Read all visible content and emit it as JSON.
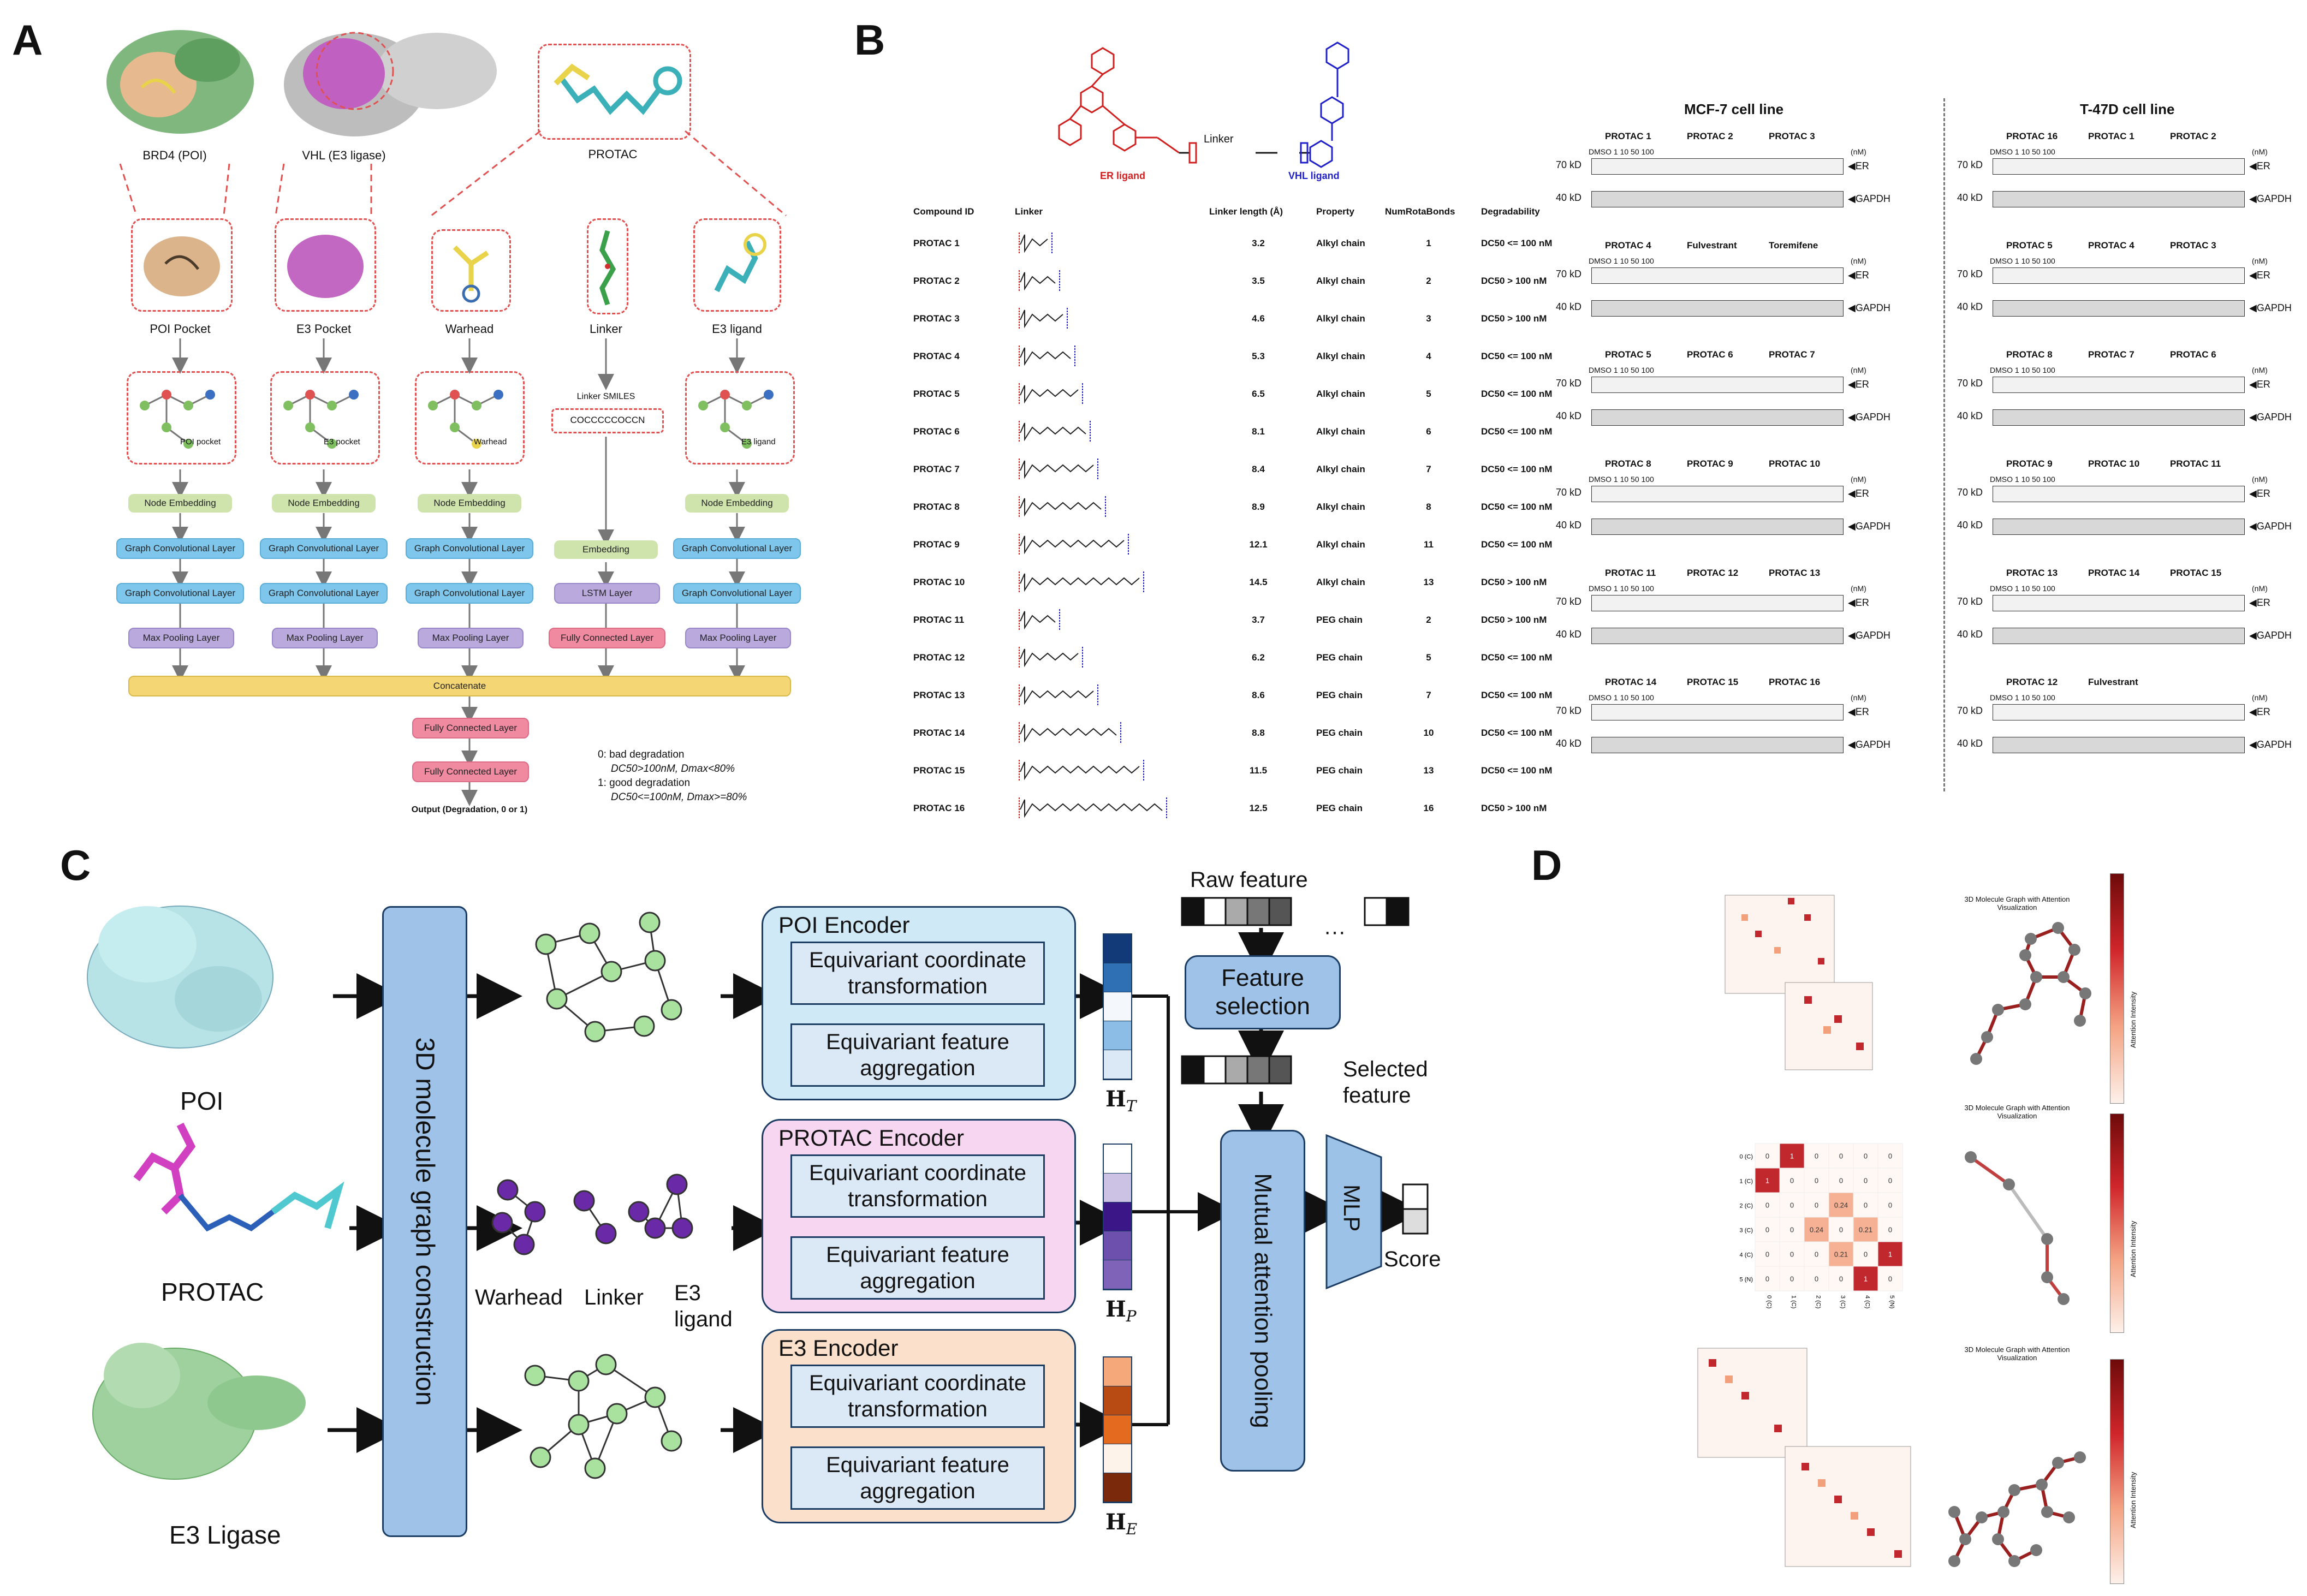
{
  "panels": {
    "a": "A",
    "b": "B",
    "c": "C",
    "d": "D"
  },
  "panelA": {
    "top_labels": {
      "brd4": "BRD4 (POI)",
      "vhl": "VHL (E3 ligase)",
      "protac": "PROTAC"
    },
    "cols": [
      {
        "crop": "POI Pocket",
        "graph_label": "POI pocket",
        "steps": [
          "Node Embedding",
          "Graph Convolutional Layer",
          "Graph Convolutional Layer",
          "Max Pooling Layer"
        ]
      },
      {
        "crop": "E3 Pocket",
        "graph_label": "E3 pocket",
        "steps": [
          "Node Embedding",
          "Graph Convolutional Layer",
          "Graph Convolutional Layer",
          "Max Pooling Layer"
        ]
      },
      {
        "crop": "Warhead",
        "graph_label": "Warhead",
        "steps": [
          "Node Embedding",
          "Graph Convolutional Layer",
          "Graph Convolutional Layer",
          "Max Pooling Layer"
        ]
      },
      {
        "crop": "Linker",
        "graph_label": "Linker SMILES",
        "smiles": "COCCCCCOCCN",
        "steps": [
          "Embedding",
          "LSTM Layer",
          "Fully Connected Layer"
        ]
      },
      {
        "crop": "E3 ligand",
        "graph_label": "E3 ligand",
        "steps": [
          "Node Embedding",
          "Graph Convolutional Layer",
          "Graph Convolutional Layer",
          "Max Pooling Layer"
        ]
      }
    ],
    "concat": "Concatenate",
    "fc1": "Fully Connected Layer",
    "fc2": "Fully Connected Layer",
    "output": "Output (Degradation, 0 or 1)",
    "legend": [
      "0: bad degradation",
      "DC50>100nM, Dmax<80%",
      "1: good degradation",
      "DC50<=100nM, Dmax>=80%"
    ]
  },
  "panelB": {
    "er_ligand": "ER ligand",
    "linker": "Linker",
    "vhl_ligand": "VHL ligand",
    "headers": [
      "Compound ID",
      "Linker",
      "Linker length (Å)",
      "Property",
      "NumRotaBonds",
      "Degradability"
    ],
    "rows": [
      {
        "id": "PROTAC 1",
        "len": "3.2",
        "prop": "Alkyl chain",
        "rot": "1",
        "deg": "DC50 <= 100 nM"
      },
      {
        "id": "PROTAC 2",
        "len": "3.5",
        "prop": "Alkyl chain",
        "rot": "2",
        "deg": "DC50 > 100 nM"
      },
      {
        "id": "PROTAC 3",
        "len": "4.6",
        "prop": "Alkyl chain",
        "rot": "3",
        "deg": "DC50 > 100 nM"
      },
      {
        "id": "PROTAC 4",
        "len": "5.3",
        "prop": "Alkyl chain",
        "rot": "4",
        "deg": "DC50 <= 100 nM"
      },
      {
        "id": "PROTAC 5",
        "len": "6.5",
        "prop": "Alkyl chain",
        "rot": "5",
        "deg": "DC50 <= 100 nM"
      },
      {
        "id": "PROTAC 6",
        "len": "8.1",
        "prop": "Alkyl chain",
        "rot": "6",
        "deg": "DC50 <= 100 nM"
      },
      {
        "id": "PROTAC 7",
        "len": "8.4",
        "prop": "Alkyl chain",
        "rot": "7",
        "deg": "DC50 <= 100 nM"
      },
      {
        "id": "PROTAC 8",
        "len": "8.9",
        "prop": "Alkyl chain",
        "rot": "8",
        "deg": "DC50 <= 100 nM"
      },
      {
        "id": "PROTAC 9",
        "len": "12.1",
        "prop": "Alkyl chain",
        "rot": "11",
        "deg": "DC50 <= 100 nM"
      },
      {
        "id": "PROTAC 10",
        "len": "14.5",
        "prop": "Alkyl chain",
        "rot": "13",
        "deg": "DC50 > 100 nM"
      },
      {
        "id": "PROTAC 11",
        "len": "3.7",
        "prop": "PEG chain",
        "rot": "2",
        "deg": "DC50 > 100 nM"
      },
      {
        "id": "PROTAC 12",
        "len": "6.2",
        "prop": "PEG chain",
        "rot": "5",
        "deg": "DC50 <= 100 nM"
      },
      {
        "id": "PROTAC 13",
        "len": "8.6",
        "prop": "PEG chain",
        "rot": "7",
        "deg": "DC50 <= 100 nM"
      },
      {
        "id": "PROTAC 14",
        "len": "8.8",
        "prop": "PEG chain",
        "rot": "10",
        "deg": "DC50 <= 100 nM"
      },
      {
        "id": "PROTAC 15",
        "len": "11.5",
        "prop": "PEG chain",
        "rot": "13",
        "deg": "DC50 <= 100 nM"
      },
      {
        "id": "PROTAC 16",
        "len": "12.5",
        "prop": "PEG chain",
        "rot": "16",
        "deg": "DC50 > 100 nM"
      }
    ],
    "mcf7_title": "MCF-7 cell line",
    "t47d_title": "T-47D cell line",
    "kd70": "70 kD",
    "kd40": "40 kD",
    "er": "◀ER",
    "gapdh": "◀GAPDH",
    "conc": "DMSO  1   10   50  100",
    "nm": "(nM)",
    "mcf7_groups": [
      [
        "PROTAC 1",
        "PROTAC 2",
        "PROTAC 3"
      ],
      [
        "PROTAC 4",
        "Fulvestrant",
        "Toremifene"
      ],
      [
        "PROTAC 5",
        "PROTAC 6",
        "PROTAC 7"
      ],
      [
        "PROTAC 8",
        "PROTAC 9",
        "PROTAC 10"
      ],
      [
        "PROTAC 11",
        "PROTAC 12",
        "PROTAC 13"
      ],
      [
        "PROTAC 14",
        "PROTAC 15",
        "PROTAC 16"
      ]
    ],
    "t47d_groups": [
      [
        "PROTAC 16",
        "PROTAC 1",
        "PROTAC 2"
      ],
      [
        "PROTAC 5",
        "PROTAC 4",
        "PROTAC 3"
      ],
      [
        "PROTAC 8",
        "PROTAC 7",
        "PROTAC 6"
      ],
      [
        "PROTAC 9",
        "PROTAC 10",
        "PROTAC 11"
      ],
      [
        "PROTAC 13",
        "PROTAC 14",
        "PROTAC 15"
      ],
      [
        "PROTAC 12",
        "Fulvestrant"
      ]
    ]
  },
  "panelC": {
    "poi": "POI",
    "protac": "PROTAC",
    "e3": "E3 Ligase",
    "construction": "3D molecule graph construction",
    "warhead": "Warhead",
    "linker": "Linker",
    "e3_ligand": "E3 ligand",
    "encoders": [
      {
        "title": "POI Encoder",
        "t1": "Equivariant coordinate transformation",
        "t2": "Equivariant feature aggregation",
        "h": "H",
        "sub": "T"
      },
      {
        "title": "PROTAC Encoder",
        "t1": "Equivariant  coordinate transformation",
        "t2": "Equivariant feature aggregation",
        "h": "H",
        "sub": "P"
      },
      {
        "title": "E3 Encoder",
        "t1": "Equivariant coordinate transformation",
        "t2": "Equivariant feature aggregation",
        "h": "H",
        "sub": "E"
      }
    ],
    "raw_feature": "Raw feature",
    "ellipsis": "···",
    "feature_selection": "Feature selection",
    "selected_feature": "Selected feature",
    "mutual": "Mutual attention pooling",
    "mlp": "MLP",
    "score": "Score",
    "colors": {
      "poi_bg": "#cfe9f7",
      "protac_bg": "#f6d6f0",
      "e3_bg": "#fbe0cc",
      "dark_blue": "#1c3d63"
    }
  },
  "panelD": {
    "plot_title": "3D Molecule Graph with Attention Visualization",
    "colorbar_label": "Attention Intensity",
    "matrix2": {
      "rows": [
        "0 (C)",
        "1 (C)",
        "2 (C)",
        "3 (C)",
        "4 (C)",
        "5 (N)"
      ],
      "values": [
        [
          0,
          1,
          0,
          0,
          0,
          0
        ],
        [
          1,
          0,
          0,
          0,
          0,
          0
        ],
        [
          0,
          0,
          0,
          0.24,
          0,
          0
        ],
        [
          0,
          0,
          0.24,
          0,
          0.21,
          0
        ],
        [
          0,
          0,
          0,
          0.21,
          0,
          1
        ],
        [
          0,
          0,
          0,
          0,
          1,
          0
        ]
      ]
    }
  }
}
